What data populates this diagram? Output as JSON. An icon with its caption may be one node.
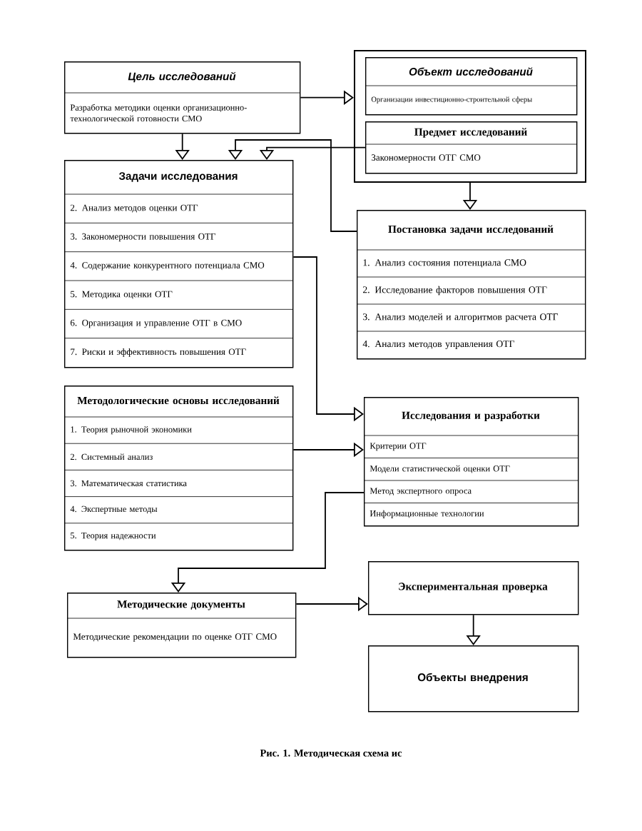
{
  "diagram": {
    "caption": "Рис. 1. Методическая схема ис",
    "nodes": [
      {
        "text": [
          "Цель исследований",
          "Разработка методики оценки организационно-технологической готовности СМО"
        ]
      },
      {
        "text": [],
        "shape": "box"
      },
      {
        "text": [
          "Объект исследований",
          "Организации инвестиционно-строительной сферы"
        ],
        "in": 1
      },
      {
        "text": [
          "Предмет исследований",
          "Закономерности ОТГ СМО"
        ],
        "in": 1
      },
      {
        "text": [
          "Задачи исследования",
          "2. Анализ методов оценки ОТГ",
          "3. Закономерности повышения ОТГ",
          "4. Содержание конкурентного потенциала СМО",
          "5. Методика оценки ОТГ",
          "6. Организация и управление ОТГ в СМО",
          "7. Риски и эффективность повышения ОТГ"
        ]
      },
      {
        "text": [
          "Постановка задачи исследований",
          "1. Анализ состояния потенциала СМО",
          "2. Исследование факторов повышения ОТГ",
          "3. Анализ моделей и алгоритмов расчета ОТГ",
          "4. Анализ методов управления ОТГ"
        ]
      },
      {
        "text": [
          "Методологические основы исследований",
          "1. Теория рыночной экономики",
          "2. Системный анализ",
          "3. Математическая статистика",
          "4. Экспертные методы",
          "5. Теория надежности"
        ]
      },
      {
        "text": [
          "Исследования и разработки",
          "Критерии ОТГ",
          "Модели статистической оценки ОТГ",
          "Метод экспертного опроса",
          "Информационные технологии"
        ]
      },
      {
        "text": [
          "Методические документы",
          "Методические рекомендации по оценке ОТГ СМО"
        ]
      },
      {
        "text": [
          "Экспериментальная проверка"
        ]
      },
      {
        "text": [
          "Объекты внедрения"
        ]
      }
    ],
    "edges": [
      {
        "from": 0,
        "to": 1,
        "arrow": "to"
      },
      {
        "from": 0,
        "to": 4,
        "arrow": "to"
      },
      {
        "from": 3,
        "to": 4,
        "arrow": "to"
      },
      {
        "from": 5,
        "to": 4,
        "arrow": "to"
      },
      {
        "from": 1,
        "to": 5,
        "arrow": "to"
      },
      {
        "from": 4,
        "to": 7,
        "arrow": "to"
      },
      {
        "from": 6,
        "to": 7,
        "arrow": "to"
      },
      {
        "from": 7,
        "to": 8,
        "arrow": "to"
      },
      {
        "from": 8,
        "to": 9,
        "arrow": "to"
      },
      {
        "from": 9,
        "to": 10,
        "arrow": "to"
      }
    ]
  }
}
